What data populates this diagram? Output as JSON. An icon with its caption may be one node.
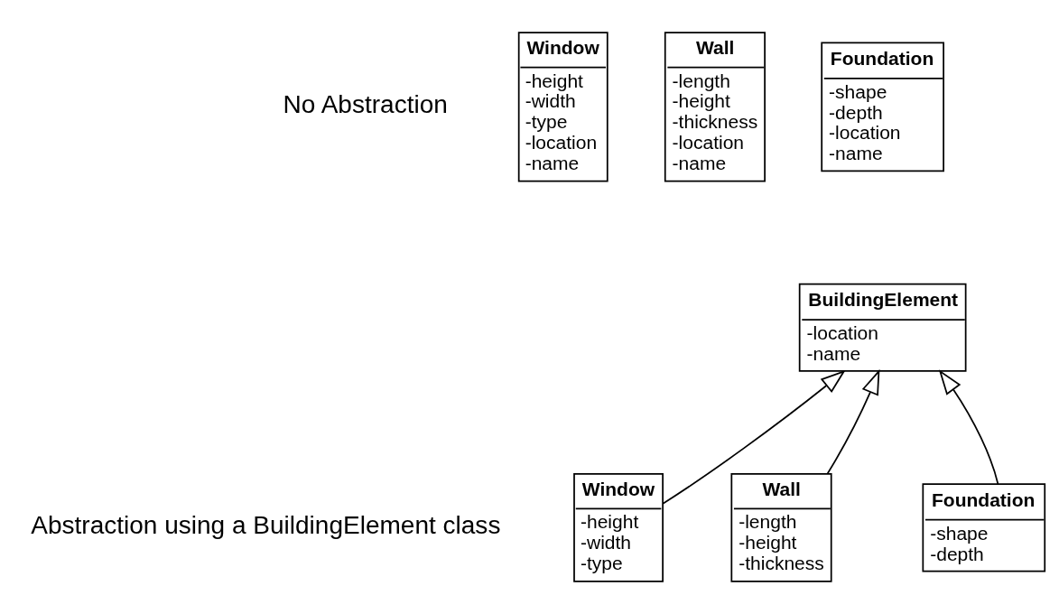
{
  "diagram": {
    "nodes": [
      {
        "text": [
          "Window",
          "-height",
          "-width",
          "-type",
          "-location",
          "-name"
        ]
      },
      {
        "text": [
          "Wall",
          "-length",
          "-height",
          "-thickness",
          "-location",
          "-name"
        ]
      },
      {
        "text": [
          "Foundation",
          "-shape",
          "-depth",
          "-location",
          "-name"
        ]
      },
      {
        "text": [
          "BuildingElement",
          "-location",
          "-name"
        ]
      },
      {
        "text": [
          "Window",
          "-height",
          "-width",
          "-type"
        ]
      },
      {
        "text": [
          "Wall",
          "-length",
          "-height",
          "-thickness"
        ]
      },
      {
        "text": [
          "Foundation",
          "-shape",
          "-depth"
        ]
      }
    ],
    "edges": [
      {
        "from": 4,
        "to": 3,
        "arrow": "to"
      },
      {
        "from": 5,
        "to": 3,
        "arrow": "to"
      },
      {
        "from": 6,
        "to": 3,
        "arrow": "to"
      }
    ],
    "labels": [
      "No Abstraction",
      "Abstraction using a BuildingElement class"
    ]
  }
}
